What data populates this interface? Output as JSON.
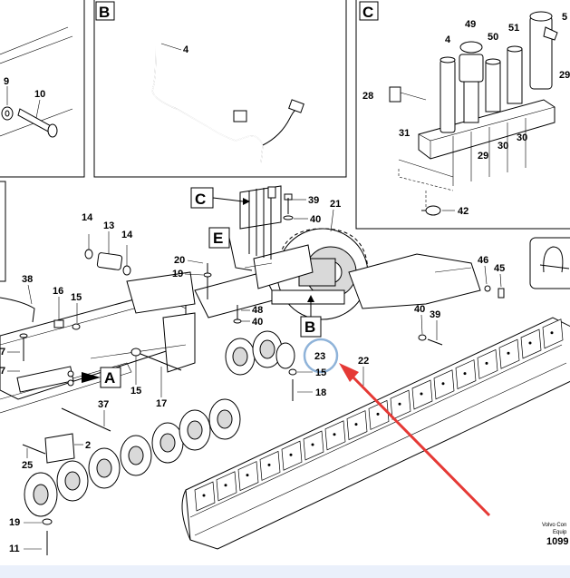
{
  "panels": {
    "panel_b": "B",
    "panel_c": "C"
  },
  "view_labels": {
    "c": "C",
    "e": "E",
    "b": "B",
    "a": "A"
  },
  "parts": {
    "p4_b": "4",
    "p9": "9",
    "p10": "10",
    "p49": "49",
    "p50": "50",
    "p51": "51",
    "p5": "5",
    "p4_c": "4",
    "p28": "28",
    "p29_r": "29",
    "p31": "31",
    "p29": "29",
    "p30a": "30",
    "p30b": "30",
    "p42": "42",
    "p39a": "39",
    "p40a": "40",
    "p21": "21",
    "p14a": "14",
    "p13": "13",
    "p14b": "14",
    "p20": "20",
    "p19a": "19",
    "p48": "48",
    "p40b": "40",
    "p38": "38",
    "p16": "16",
    "p15a": "15",
    "p46": "46",
    "p45": "45",
    "p40c": "40",
    "p39b": "39",
    "p7a": "7",
    "p7b": "7",
    "p23": "23",
    "p15b": "15",
    "p18": "18",
    "p22": "22",
    "p15c": "15",
    "p17": "17",
    "p37": "37",
    "p2": "2",
    "p25": "25",
    "p19b": "19",
    "p11": "11"
  },
  "footer": {
    "line1": "Volvo Con",
    "line2": "Equip",
    "number": "1099"
  },
  "annotation": {
    "highlight_color": "#8fb3d9",
    "arrow_color": "#e53935",
    "target_part": "23"
  }
}
